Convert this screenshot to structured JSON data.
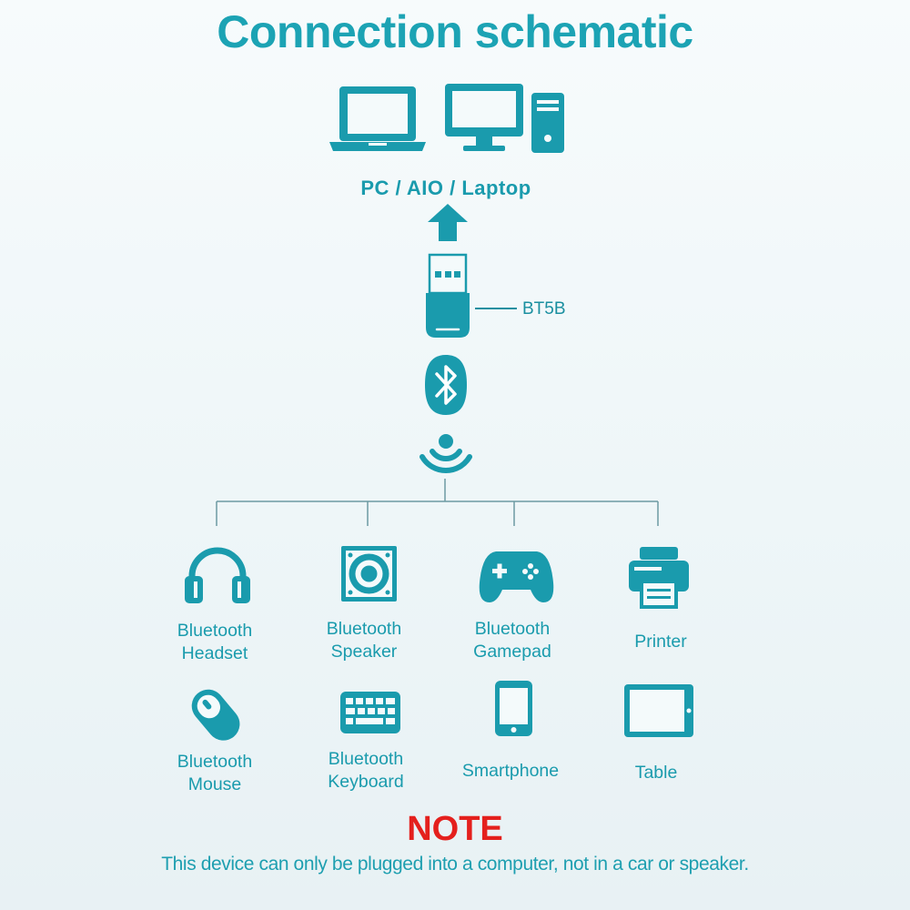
{
  "title": "Connection schematic",
  "host_label": "PC / AIO / Laptop",
  "adapter_label": "BT5B",
  "devices": [
    {
      "line1": "Bluetooth",
      "line2": "Headset",
      "icon": "headset-icon"
    },
    {
      "line1": "Bluetooth",
      "line2": "Speaker",
      "icon": "speaker-icon"
    },
    {
      "line1": "Bluetooth",
      "line2": "Gamepad",
      "icon": "gamepad-icon"
    },
    {
      "line1": "Printer",
      "line2": "",
      "icon": "printer-icon"
    },
    {
      "line1": "Bluetooth",
      "line2": "Mouse",
      "icon": "mouse-icon"
    },
    {
      "line1": "Bluetooth",
      "line2": "Keyboard",
      "icon": "keyboard-icon"
    },
    {
      "line1": "Smartphone",
      "line2": "",
      "icon": "smartphone-icon"
    },
    {
      "line1": "Table",
      "line2": "",
      "icon": "tablet-icon"
    }
  ],
  "note": {
    "heading": "NOTE",
    "text": "This device can only be plugged into a computer, not in a car or speaker."
  },
  "colors": {
    "primary": "#1a9bad",
    "note": "#e4201d"
  }
}
